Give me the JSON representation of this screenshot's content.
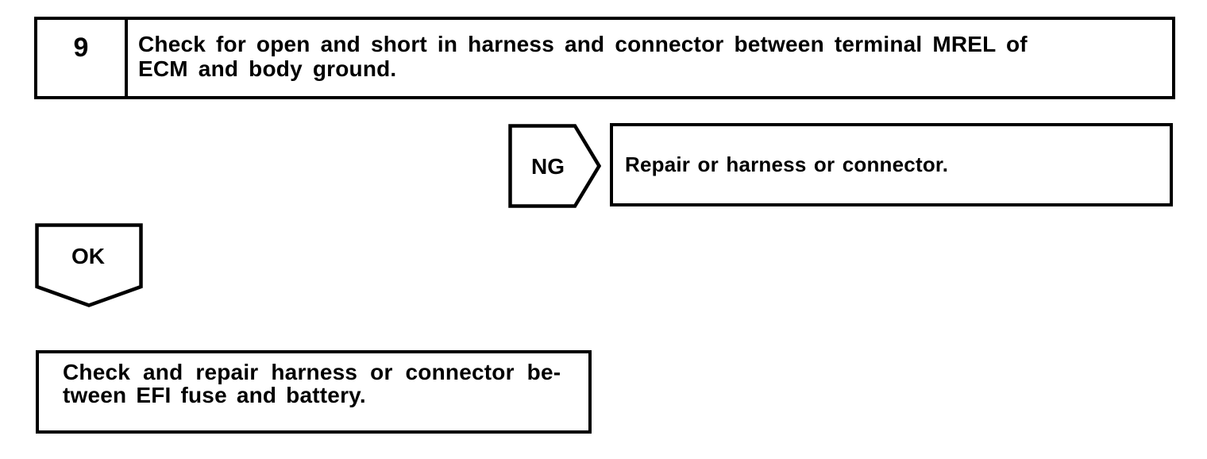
{
  "page": {
    "background_color": "#ffffff",
    "ink_color": "#000000"
  },
  "step_box": {
    "number": "9",
    "instruction_lines": [
      "Check for open and short in harness and connector between terminal MREL of",
      "ECM and body ground."
    ]
  },
  "ng_branch": {
    "connector_label": "NG",
    "result_text": "Repair or harness or connector."
  },
  "ok_branch": {
    "connector_label": "OK"
  },
  "conclusion_box": {
    "lines": [
      "Check and repair harness or connector be-",
      "tween EFI fuse and battery."
    ]
  }
}
